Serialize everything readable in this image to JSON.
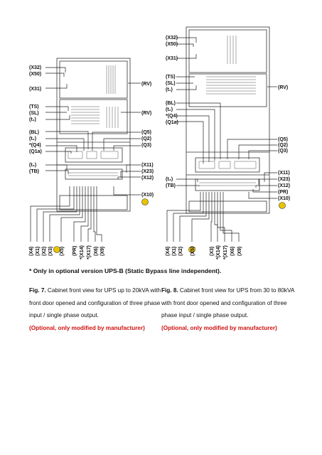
{
  "labels": {
    "left": [
      "(X32)",
      "(X50)",
      "(X31)",
      "(TS)",
      "(SL)",
      "(t₁)",
      "(BL)",
      "(t₂)",
      "*(Q4)",
      "(Q1a)",
      "(t₃)",
      "(TB)"
    ],
    "left_right": [
      "(RV)",
      "(RV)",
      "(Q5)",
      "(Q2)",
      "(Q3)",
      "(X11)",
      "(X23)",
      "(X12)",
      "(X10)"
    ],
    "left_bottom": [
      "(X4)",
      "(X1)",
      "(X2)",
      "(X3)",
      "(X5)",
      "(PR)",
      "*(X14)",
      "*(X17)",
      "(X6)",
      "(X9)"
    ],
    "right_top": [
      "(X32)",
      "(X50)",
      "(X31)"
    ],
    "right_left": [
      "(TS)",
      "(SL)",
      "(t₁)",
      "(BL)",
      "(t₂)",
      "*(Q4)",
      "(Q1a)",
      "(t₃)",
      "(TB)"
    ],
    "right_right": [
      "(RV)",
      "(Q5)",
      "(Q2)",
      "(Q3)",
      "(X11)",
      "(X23)",
      "(X12)",
      "(PR)",
      "(X10)"
    ],
    "right_bottom": [
      "(X4)",
      "(X1)",
      "(X2)",
      "(X5)",
      "(X3)",
      "*(X14)",
      "*(X17)",
      "(X6)",
      "(X9)"
    ]
  },
  "note": "* Only in optional version UPS-B (Static Bypass line independent).",
  "caption1": {
    "fig": "Fig. 7.",
    "text": " Cabinet front view for UPS up to 20kVA with front door opened and configuration of three phase input / single phase output.",
    "optional": "(Optional, only modified by manufacturer)"
  },
  "caption2": {
    "fig": "Fig. 8.",
    "text": " Cabinet front view for UPS from 30 to 80kVA with front door opened and configuration of three phase input / single phase output.",
    "optional": "(Optional, only modified by manufacturer)"
  },
  "colors": {
    "ground": "#e8c400",
    "caption_red": "#d01010",
    "line": "#222222"
  }
}
